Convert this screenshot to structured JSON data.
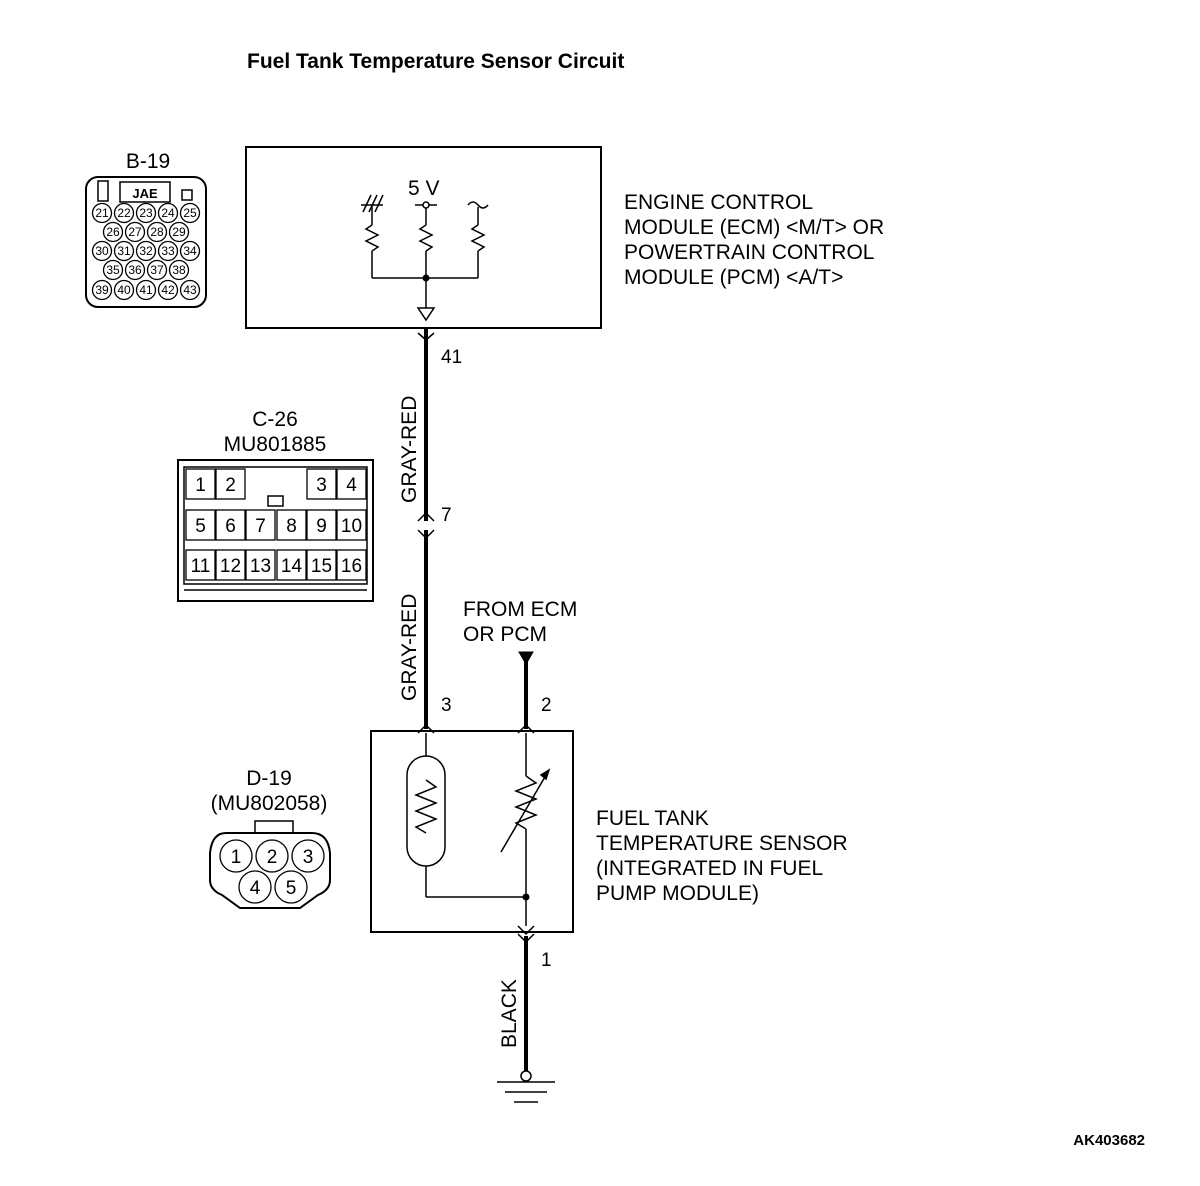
{
  "title": "Fuel Tank Temperature Sensor Circuit",
  "ecm": {
    "lines": [
      "ENGINE CONTROL",
      "MODULE (ECM) <M/T> OR",
      "POWERTRAIN CONTROL",
      "MODULE (PCM) <A/T>"
    ],
    "voltage": "5 V"
  },
  "connectors": {
    "b19": {
      "name": "B-19",
      "brand": "JAE",
      "pins_row1": [
        "21",
        "22",
        "23",
        "24",
        "25"
      ],
      "pins_row2": [
        "26",
        "27",
        "28",
        "29"
      ],
      "pins_row3": [
        "30",
        "31",
        "32",
        "33",
        "34"
      ],
      "pins_row4": [
        "35",
        "36",
        "37",
        "38"
      ],
      "pins_row5": [
        "39",
        "40",
        "41",
        "42",
        "43"
      ]
    },
    "c26": {
      "name": "C-26",
      "part": "MU801885",
      "pins_row1": [
        "1",
        "2",
        "3",
        "4"
      ],
      "pins_row2": [
        "5",
        "6",
        "7",
        "8",
        "9",
        "10"
      ],
      "pins_row3": [
        "11",
        "12",
        "13",
        "14",
        "15",
        "16"
      ]
    },
    "d19": {
      "name": "D-19",
      "part": "(MU802058)",
      "pins": [
        "1",
        "2",
        "3",
        "4",
        "5"
      ]
    }
  },
  "wires": {
    "upper_color": "GRAY-RED",
    "middle_color": "GRAY-RED",
    "ground_color": "BLACK"
  },
  "pins": {
    "ecm_terminal": "41",
    "junction": "7",
    "sensor_3": "3",
    "sensor_2": "2",
    "sensor_1": "1"
  },
  "from_ecm": [
    "FROM ECM",
    "OR PCM"
  ],
  "sensor": {
    "lines": [
      "FUEL TANK",
      "TEMPERATURE SENSOR",
      "(INTEGRATED IN FUEL",
      "PUMP MODULE)"
    ]
  },
  "figure_code": "AK403682"
}
